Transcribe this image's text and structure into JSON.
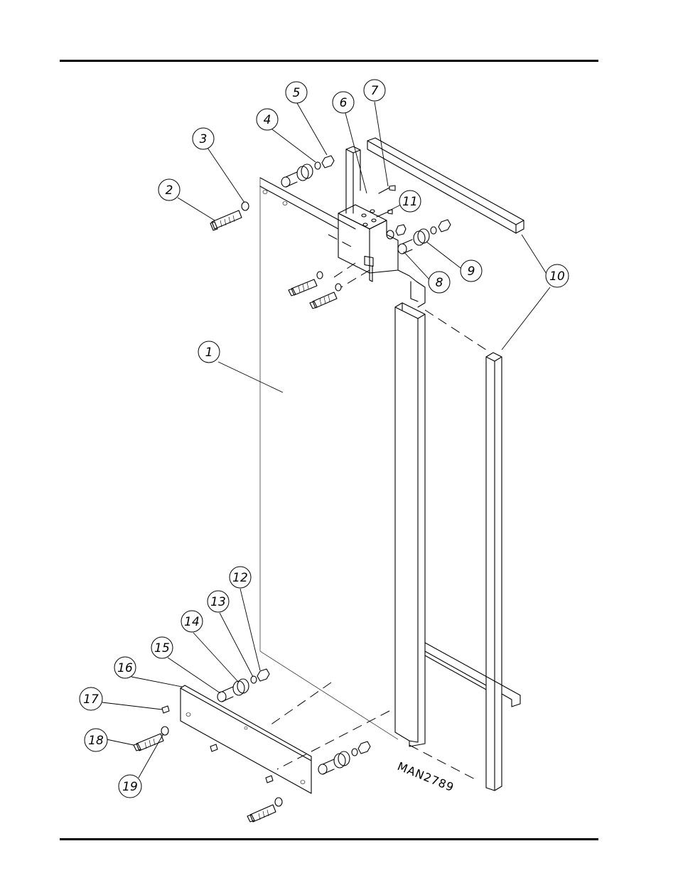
{
  "drawing_number": "MAN2789",
  "callouts": [
    {
      "label": "1"
    },
    {
      "label": "2"
    },
    {
      "label": "3"
    },
    {
      "label": "4"
    },
    {
      "label": "5"
    },
    {
      "label": "6"
    },
    {
      "label": "7"
    },
    {
      "label": "8"
    },
    {
      "label": "9"
    },
    {
      "label": "10"
    },
    {
      "label": "11"
    },
    {
      "label": "12"
    },
    {
      "label": "13"
    },
    {
      "label": "14"
    },
    {
      "label": "15"
    },
    {
      "label": "16"
    },
    {
      "label": "17"
    },
    {
      "label": "18"
    },
    {
      "label": "19"
    }
  ]
}
